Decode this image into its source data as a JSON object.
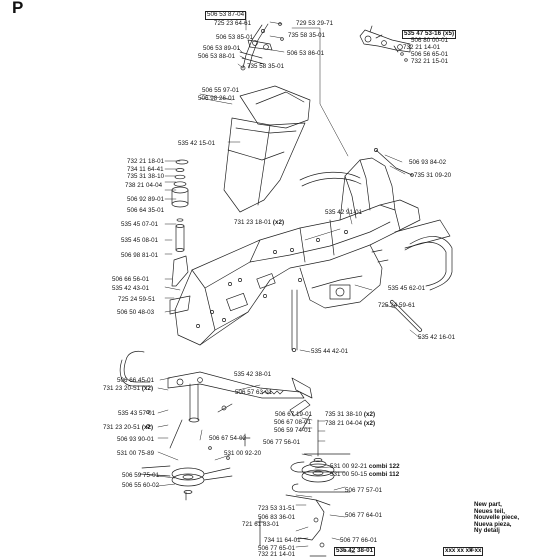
{
  "section": "P",
  "legend": {
    "sample": "xxx xx xx-xx",
    "eq": "=",
    "lines": [
      "New part,",
      "Neues teil,",
      "Nouvelle piece,",
      "Nueva pieza,",
      "Ny detalj"
    ]
  },
  "labels": {
    "p5065387": "506 53 87-04",
    "p7252364": "725 23 64-61",
    "p7295329": "729 53 29-71",
    "p5065385": "506 53 85-01",
    "p7355835a": "735 58 35-01",
    "p5065389": "506 53 89-01",
    "p5065388": "506 53 88-01",
    "p5065386": "506 53 86-01",
    "p7355835b": "735 58 35-01",
    "p5354753": "535 47 53-16",
    "p5354753x": "(x5)",
    "p5068000": "506 80 00-01",
    "p7322114a": "732 21 14-01",
    "p5065665": "506 56 65-01",
    "p7322115": "732 21 15-01",
    "p5065597": "506 55 97-01",
    "p5069826": "506 98 26-01",
    "p5354215": "535 42 15-01",
    "p5069384": "506 93 84-02",
    "p7353109": "735 31 09-20",
    "p7322118": "732 21 18-01",
    "p7341164": "734 11 64-41",
    "p7353138a": "735 31 38-10",
    "p7382104a": "738 21 04-04",
    "p5069289": "506 92 89-01",
    "p5066435": "506 64 35-01",
    "p5354507": "535 45 07-01",
    "p5354508": "535 45 08-01",
    "p5069881": "506 98 81-01",
    "p7312318a": "731 23 18-01",
    "p7312318ax": "(x2)",
    "p5354291": "535 42 91-01",
    "p5066656": "506 66 56-01",
    "p5354243": "535 42 43-01",
    "p7252459a": "725 24 59-51",
    "p5065048": "506 50 48-03",
    "p5354562": "535 45 62-01",
    "p7252459b": "725 24 59-61",
    "p5354216": "535 42 16-01",
    "p5354442": "535 44 42-01",
    "p5066645": "506 66 45-01",
    "p7312320a": "731 23 20-51",
    "p7312320ax": "(x2)",
    "p5354238a": "535 42 38-01",
    "p5065763": "506 57 63-01",
    "p5354357": "535 43 57-01",
    "p5066719": "506 67 19-01",
    "p7353138b": "735 31 38-10",
    "p7353138bx": "(x2)",
    "p5066708": "506 67 08-01",
    "p7382104b": "738 21 04-04",
    "p7382104bx": "(x2)",
    "p5065974": "506 59 74-01",
    "p7312320b": "731 23 20-51",
    "p7312320bx": "(x2)",
    "p5066754": "506 67 54-02",
    "p5069390": "506 93 90-01",
    "p5310075": "531 00 75-89",
    "p5310092a": "531 00 92-20",
    "p5067756": "506 77 56-01",
    "p5310092b": "531 00 92-21",
    "p5310092bx": "combi 122",
    "p5310050": "531 00 50-15",
    "p5310050x": "combi 112",
    "p5067757": "506 77 57-01",
    "p5065975": "506 59 75-01",
    "p5065560": "506 55 60-02",
    "p7235331": "723 53 31-51",
    "p5068336": "506 83 36-01",
    "p5067764": "506 77 64-01",
    "p7216183": "721 61 83-01",
    "p7341164b": "734 11 64-01",
    "p5067765": "506 77 65-01",
    "p7322114b": "732 21 14-01",
    "p5354238b": "535 42 38-01",
    "p5067766": "506 77 66-01"
  }
}
